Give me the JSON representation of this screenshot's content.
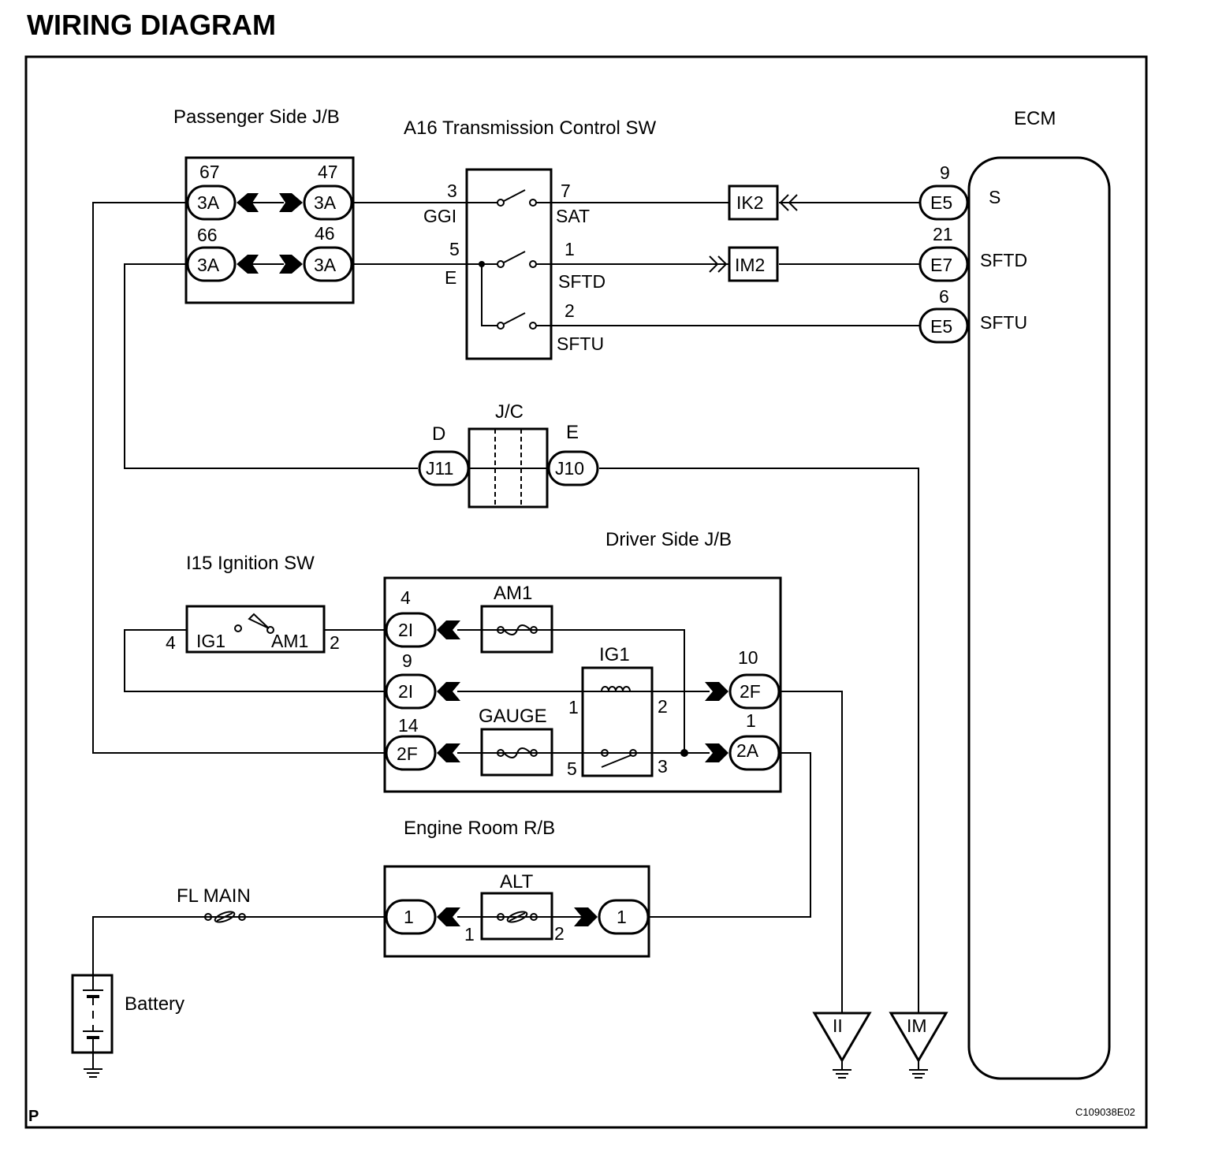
{
  "title": "WIRING DIAGRAM",
  "footer": {
    "page_mark": "P",
    "figure_code": "C109038E02"
  },
  "components": {
    "passenger_jb": {
      "label": "Passenger Side J/B",
      "connectors": [
        {
          "pin": "67",
          "code": "3A"
        },
        {
          "pin": "47",
          "code": "3A"
        },
        {
          "pin": "66",
          "code": "3A"
        },
        {
          "pin": "46",
          "code": "3A"
        }
      ]
    },
    "trans_sw": {
      "label": "A16 Transmission Control SW",
      "pins": [
        {
          "num": "3",
          "name": "GGI"
        },
        {
          "num": "5",
          "name": "E"
        },
        {
          "num": "7",
          "name": "SAT"
        },
        {
          "num": "1",
          "name": "SFTD"
        },
        {
          "num": "2",
          "name": "SFTU"
        }
      ]
    },
    "inline": {
      "ik2": "IK2",
      "im2": "IM2"
    },
    "ecm": {
      "label": "ECM",
      "connectors": [
        {
          "pin": "9",
          "code": "E5",
          "signal": "S"
        },
        {
          "pin": "21",
          "code": "E7",
          "signal": "SFTD"
        },
        {
          "pin": "6",
          "code": "E5",
          "signal": "SFTU"
        }
      ]
    },
    "jc": {
      "label": "J/C",
      "left": {
        "letter": "D",
        "code": "J11"
      },
      "right": {
        "letter": "E",
        "code": "J10"
      }
    },
    "ignition_sw": {
      "label": "I15 Ignition SW",
      "left_pin": "4",
      "right_pin": "2",
      "left_term": "IG1",
      "right_term": "AM1"
    },
    "driver_jb": {
      "label": "Driver Side J/B",
      "connectors": [
        {
          "pin": "4",
          "code": "2I"
        },
        {
          "pin": "9",
          "code": "2I"
        },
        {
          "pin": "14",
          "code": "2F"
        },
        {
          "pin": "10",
          "code": "2F"
        },
        {
          "pin": "1",
          "code": "2A"
        }
      ],
      "fuses": {
        "am1": "AM1",
        "gauge": "GAUGE"
      },
      "relay": {
        "label": "IG1",
        "pins": [
          "1",
          "2",
          "5",
          "3"
        ]
      }
    },
    "engine_rb": {
      "label": "Engine Room R/B",
      "fuse": "ALT",
      "left_conn": "1",
      "right_conn": "1",
      "fuse_pins": [
        "1",
        "2"
      ]
    },
    "fl_main": "FL MAIN",
    "battery": "Battery",
    "grounds": [
      "II",
      "IM"
    ]
  }
}
